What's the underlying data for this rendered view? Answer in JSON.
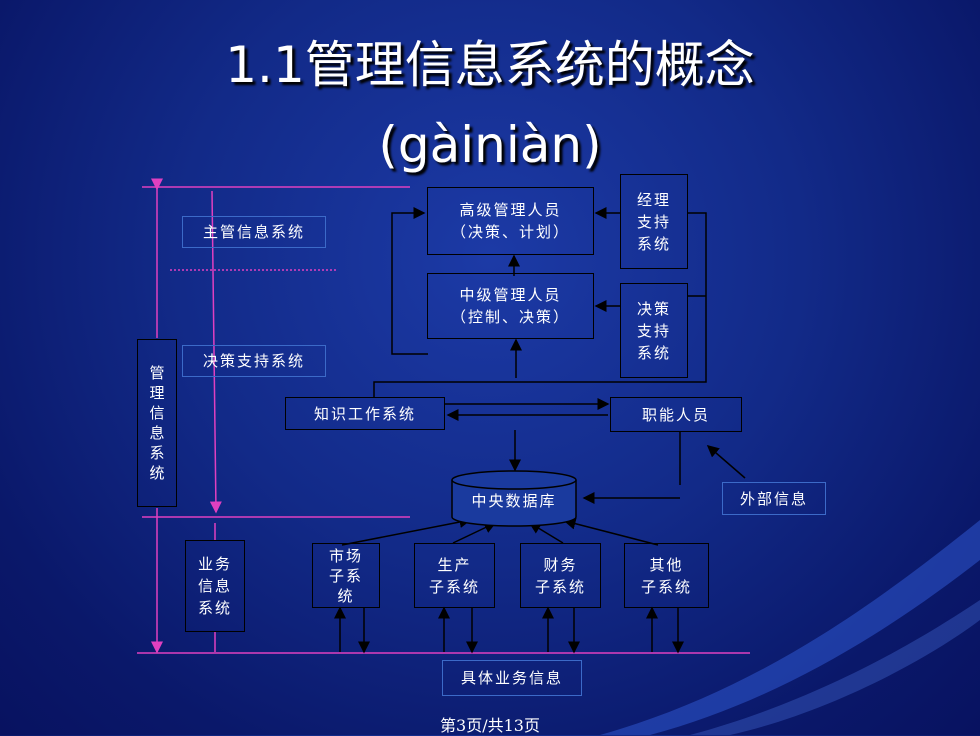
{
  "title": {
    "line1": "1.1管理信息系统的概念",
    "line2": "(gàiniàn)"
  },
  "diagram": {
    "left_labels": {
      "executive_info_system": "主管信息系统",
      "decision_support_system": "决策支持系统",
      "management_info_system": [
        "管",
        "理",
        "信",
        "息",
        "系",
        "统"
      ],
      "business_info_system": [
        "业务",
        "信息",
        "系统"
      ]
    },
    "top_boxes": {
      "senior_managers": [
        "高级管理人员",
        "（决策、计划）"
      ],
      "middle_managers": [
        "中级管理人员",
        "（控制、决策）"
      ],
      "manager_support_system": [
        "经理",
        "支持",
        "系统"
      ],
      "decision_support_box": [
        "决策",
        "支持",
        "系统"
      ]
    },
    "middle": {
      "knowledge_work_system": "知识工作系统",
      "functional_staff": "职能人员",
      "central_database": "中央数据库",
      "external_info": "外部信息"
    },
    "subsystems": {
      "market": [
        "市场",
        "子系",
        "统"
      ],
      "production": [
        "生产",
        "子系统"
      ],
      "finance": [
        "财务",
        "子系统"
      ],
      "other": [
        "其他",
        "子系统"
      ]
    },
    "business_info": "具体业务信息",
    "colors": {
      "magenta": "#e040c0",
      "line_dark": "#000000",
      "box_blue_border": "#3c6ac8"
    }
  },
  "footer": {
    "page": "第3页/共13页"
  }
}
